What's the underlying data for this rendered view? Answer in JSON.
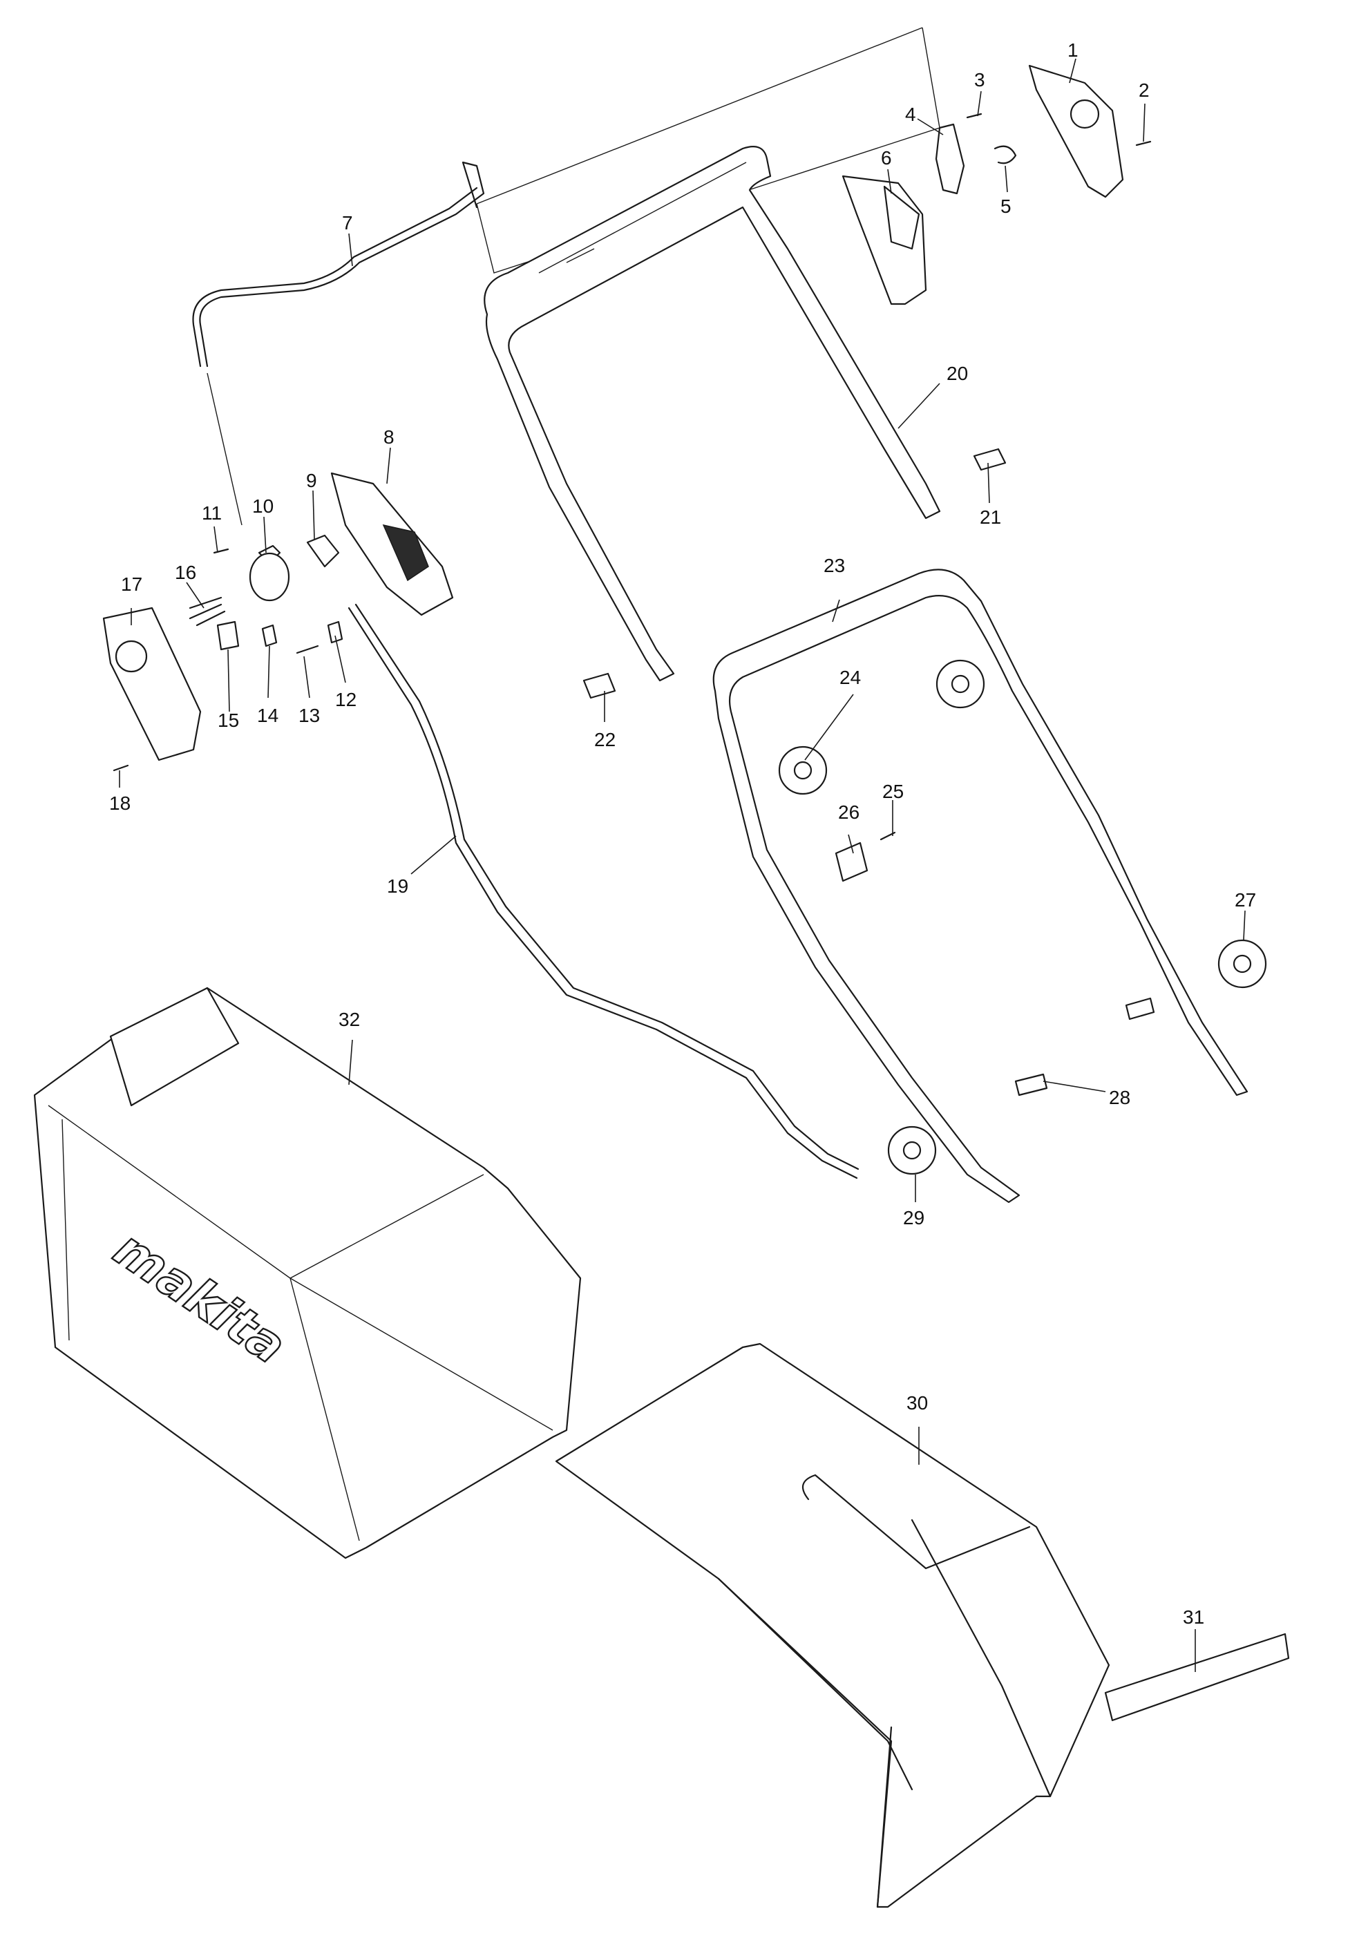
{
  "diagram": {
    "brand_logo": "makita",
    "callouts": [
      "1",
      "2",
      "3",
      "4",
      "5",
      "6",
      "7",
      "8",
      "9",
      "10",
      "11",
      "12",
      "13",
      "14",
      "15",
      "16",
      "17",
      "18",
      "19",
      "20",
      "21",
      "22",
      "23",
      "24",
      "25",
      "26",
      "27",
      "28",
      "29",
      "30",
      "31",
      "32"
    ]
  }
}
